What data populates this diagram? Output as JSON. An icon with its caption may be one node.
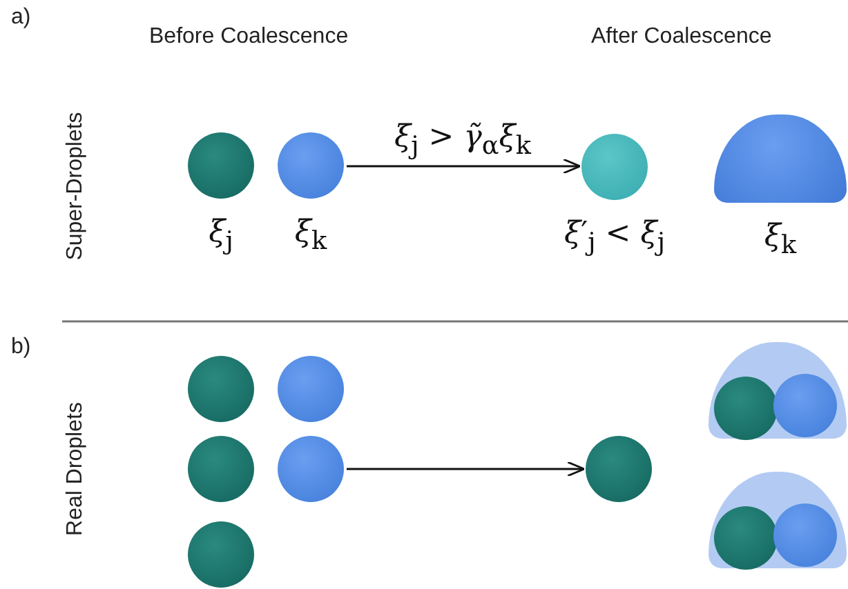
{
  "diagram": {
    "nodes": [
      {
        "text": [],
        "shape": "circle",
        "beside": [
          "*ξ*$_{j}$"
        ]
      },
      {
        "text": [],
        "shape": "circle",
        "beside": [
          "*ξ*$_{k}$"
        ]
      },
      {
        "text": [],
        "shape": "circle",
        "beside": [
          "*ξ*′$_{j}$ < *ξ*$_{j}$"
        ]
      },
      {
        "text": [],
        "shape": "dome",
        "beside": [
          "*ξ*$_{k}$"
        ]
      },
      {
        "text": [],
        "shape": "circle"
      },
      {
        "text": [],
        "shape": "circle"
      },
      {
        "text": [],
        "shape": "circle"
      },
      {
        "text": [],
        "shape": "circle"
      },
      {
        "text": [],
        "shape": "circle"
      },
      {
        "text": [],
        "shape": "circle"
      },
      {
        "text": [],
        "shape": "dome"
      },
      {
        "text": [],
        "shape": "circle",
        "in": 10
      },
      {
        "text": [],
        "shape": "circle",
        "in": 10
      },
      {
        "text": [],
        "shape": "dome"
      },
      {
        "text": [],
        "shape": "circle",
        "in": 13
      },
      {
        "text": [],
        "shape": "circle",
        "in": 13
      }
    ],
    "edges": [
      {
        "from": 1,
        "to": 2,
        "arrow": "to",
        "label": "*ξ*$_{j}$ > *γ̃*$_{α}$*ξ*$_{k}$"
      },
      {
        "from": 7,
        "to": 9,
        "arrow": "to"
      }
    ],
    "labels": [
      "a)",
      "Before Coalescence",
      "After Coalescence",
      "Super-Droplets",
      "b)",
      "Real Droplets"
    ]
  }
}
